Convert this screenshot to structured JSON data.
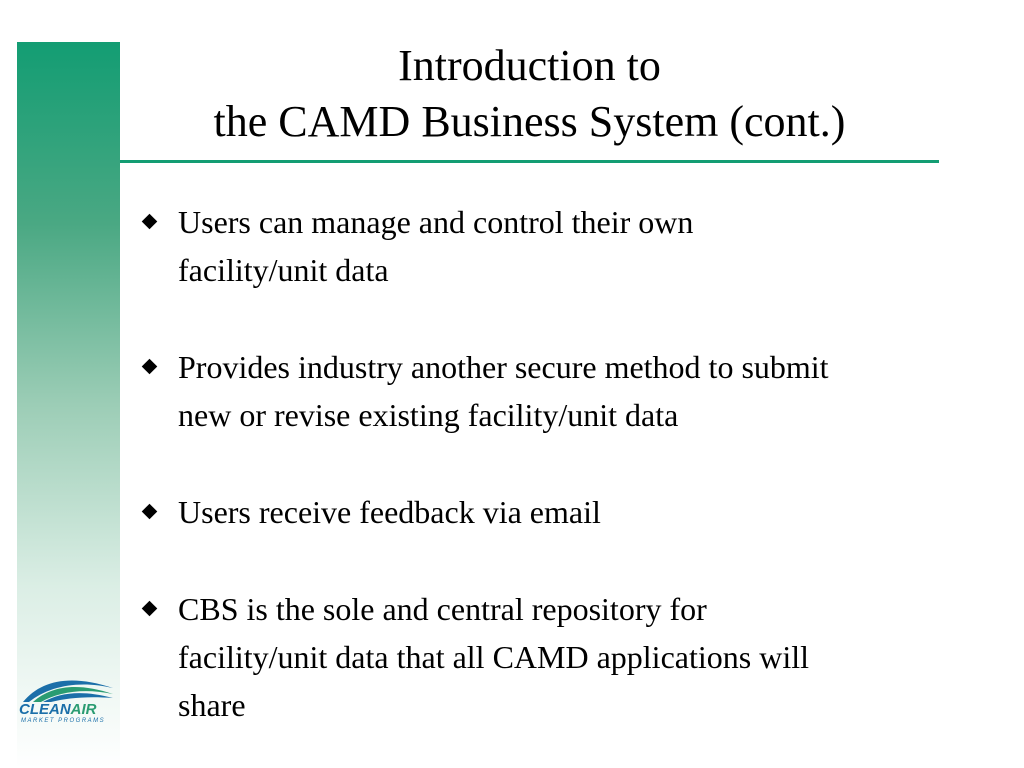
{
  "slide": {
    "title_line1": "Introduction to",
    "title_line2": "the CAMD Business System (cont.)",
    "bullets": [
      {
        "line1": "Users can manage and control their own",
        "line2": "facility/unit data"
      },
      {
        "line1": "Provides industry another secure method to submit",
        "line2": "new or revise existing facility/unit data"
      },
      {
        "line1": "Users receive feedback via email"
      },
      {
        "line1": "CBS is the sole and central repository for",
        "line2": "facility/unit data that all CAMD applications will",
        "line3": "share"
      }
    ]
  },
  "logo": {
    "word1": "CLEAN",
    "word2": "AIR",
    "tagline": "MARKET PROGRAMS"
  },
  "colors": {
    "accent_green": "#139d73",
    "logo_blue": "#1b6fa9"
  },
  "icons": {
    "bullet": "diamond-bullet-icon",
    "logo": "clean-air-wave-icon"
  }
}
